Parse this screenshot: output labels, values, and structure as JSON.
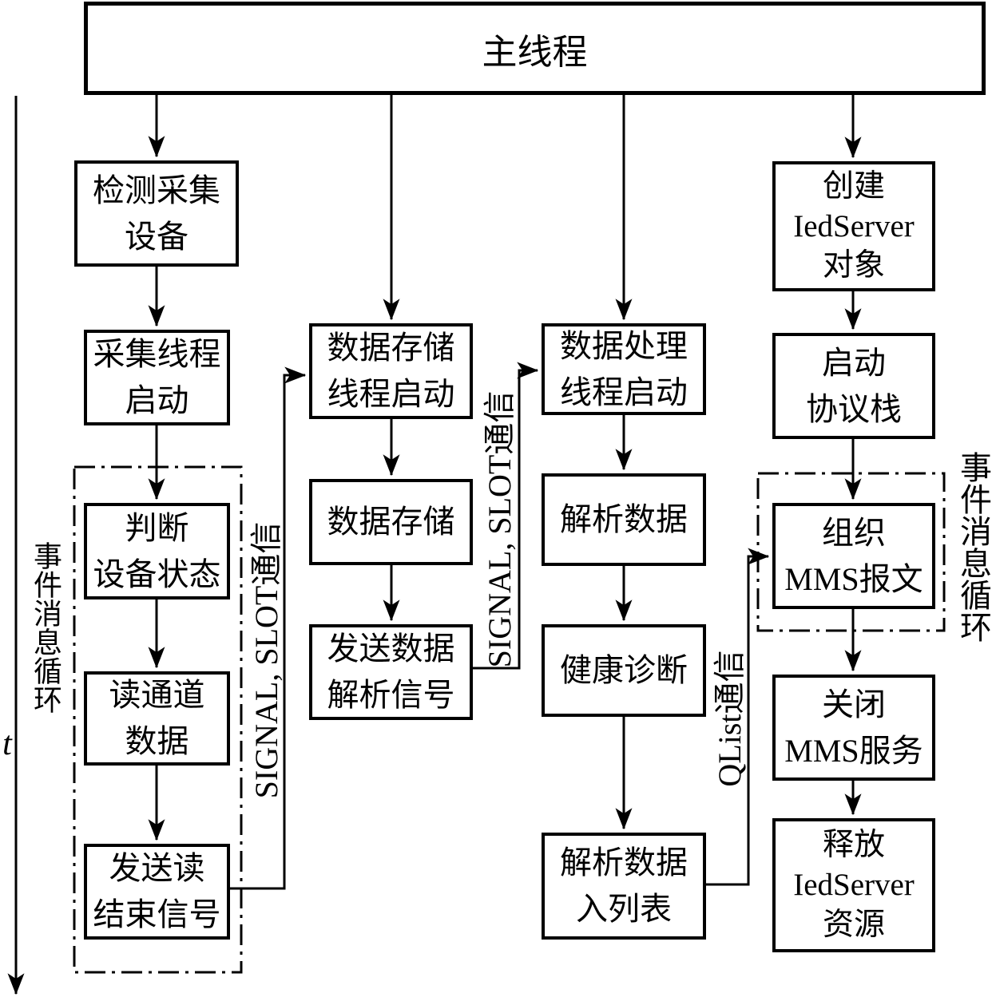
{
  "figure": {
    "main_thread_label": "主线程",
    "time_axis_label": "t"
  },
  "threads": [
    {
      "name": "acquisition-thread",
      "boxes": [
        {
          "id": "detect-device",
          "label": "检测采集\n设备"
        },
        {
          "id": "acq-thread-start",
          "label": "采集线程\n启动"
        },
        {
          "id": "judge-device-status",
          "label": "判断\n设备状态"
        },
        {
          "id": "read-channel-data",
          "label": "读通道\n数据"
        },
        {
          "id": "send-read-end-signal",
          "label": "发送读\n结束信号"
        }
      ]
    },
    {
      "name": "storage-thread",
      "boxes": [
        {
          "id": "storage-thread-start",
          "label": "数据存储\n线程启动"
        },
        {
          "id": "data-storage",
          "label": "数据存储"
        },
        {
          "id": "send-parse-signal",
          "label": "发送数据\n解析信号"
        }
      ]
    },
    {
      "name": "processing-thread",
      "boxes": [
        {
          "id": "processing-thread-start",
          "label": "数据处理\n线程启动"
        },
        {
          "id": "parse-data",
          "label": "解析数据"
        },
        {
          "id": "health-diagnosis",
          "label": "健康诊断"
        },
        {
          "id": "parse-data-enqueue",
          "label": "解析数据\n入列表"
        }
      ]
    },
    {
      "name": "mms-server-thread",
      "boxes": [
        {
          "id": "create-iedserver",
          "label": "创建\nIedServer\n对象"
        },
        {
          "id": "start-protocol-stack",
          "label": "启动\n协议栈"
        },
        {
          "id": "organize-mms-message",
          "label": "组织\nMMS报文"
        },
        {
          "id": "close-mms-service",
          "label": "关闭\nMMS服务"
        },
        {
          "id": "release-iedserver",
          "label": "释放\nIedServer\n资源"
        }
      ]
    }
  ],
  "loop_labels": {
    "left": "事件消息循环",
    "right": "事件消息循环"
  },
  "connector_labels": {
    "signal_slot_left": "SIGNAL, SLOT通信",
    "signal_slot_mid": "SIGNAL, SLOT通信",
    "qlist": "QList通信"
  },
  "colors": {
    "ink": "#000000",
    "background": "#ffffff"
  }
}
